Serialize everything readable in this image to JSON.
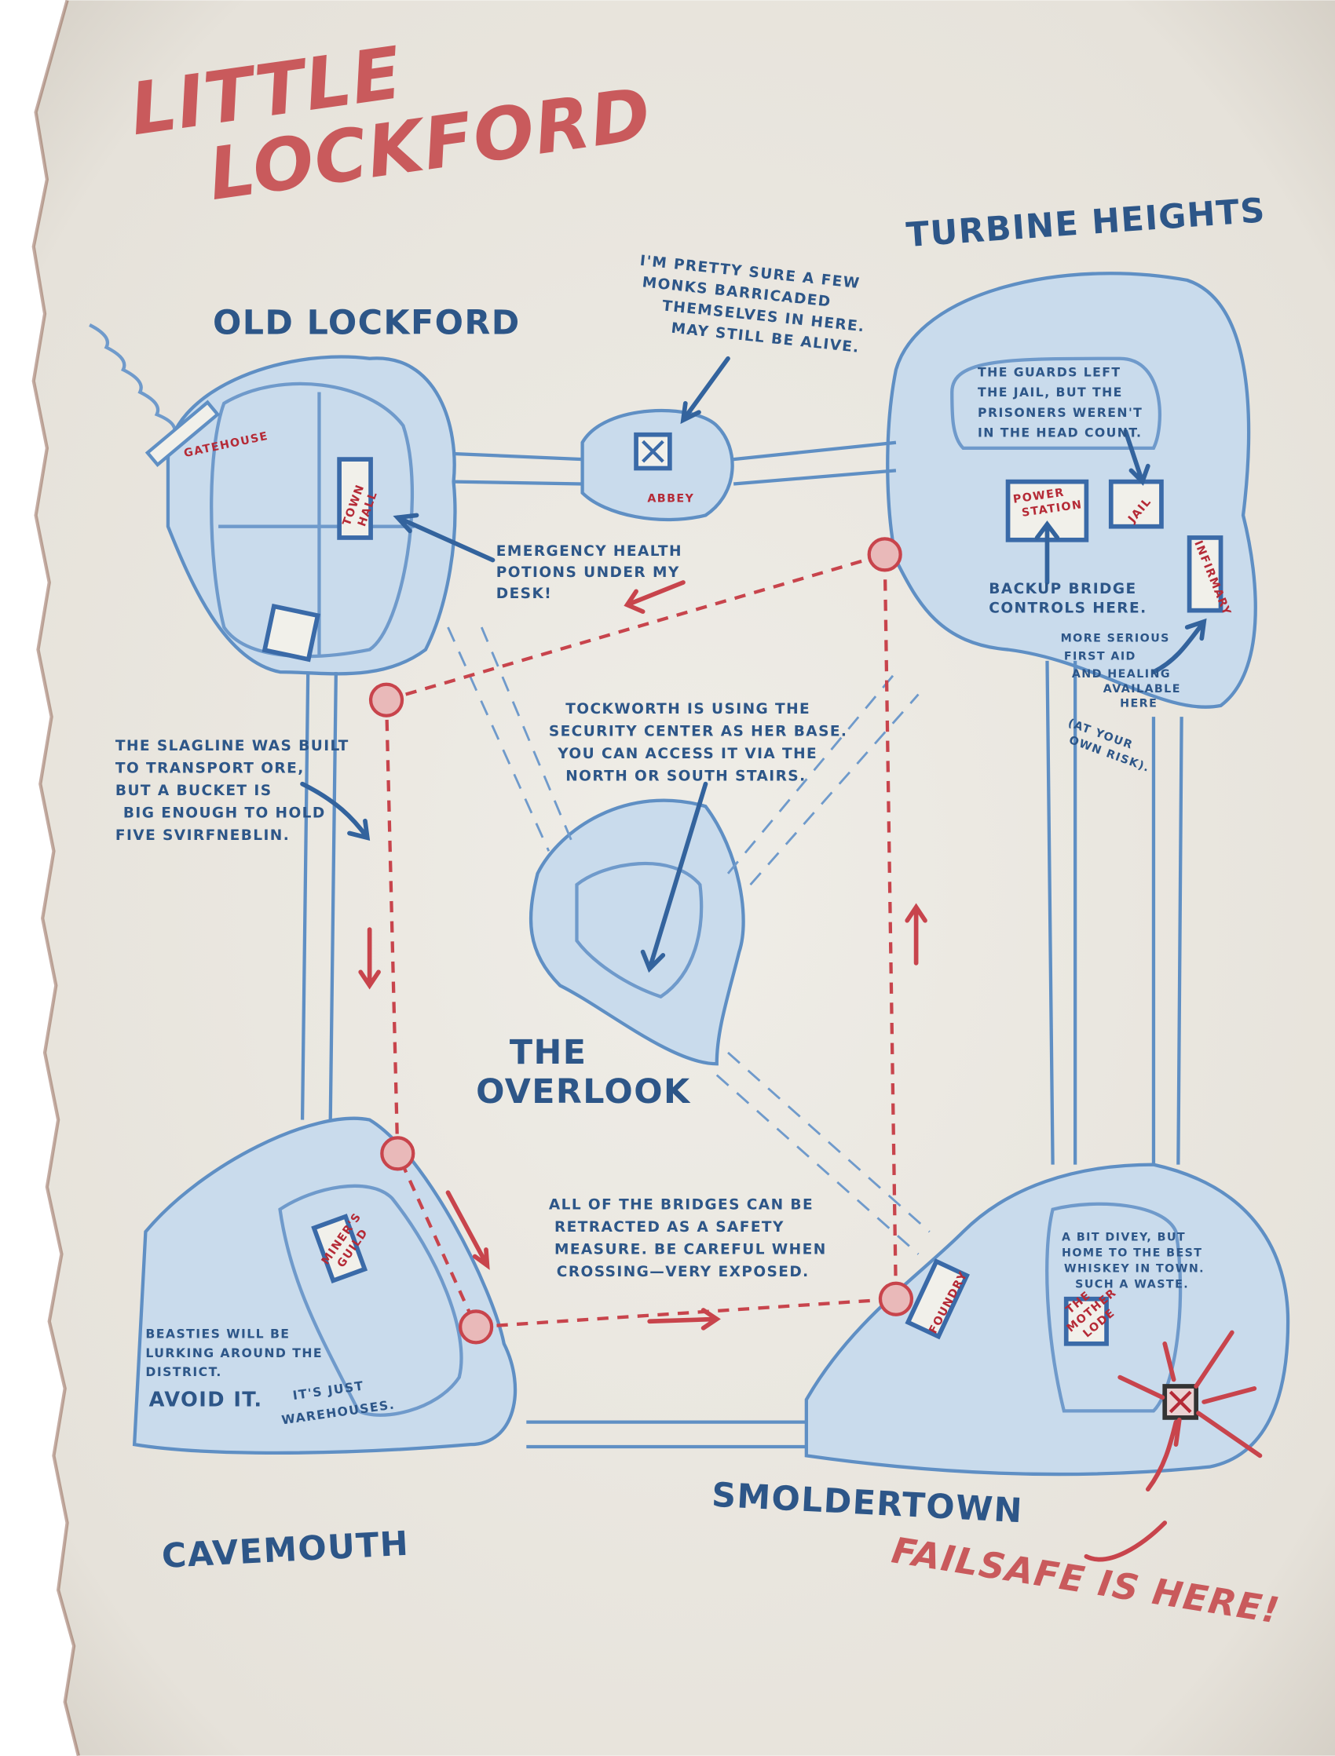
{
  "title": {
    "line1": "LITTLE",
    "line2": "LOCKFORD"
  },
  "districts": {
    "turbine_heights": "TURBINE HEIGHTS",
    "old_lockford": "OLD LOCKFORD",
    "the_overlook_1": "THE",
    "the_overlook_2": "OVERLOOK",
    "smoldertown": "SMOLDERTOWN",
    "cavemouth": "CAVEMOUTH"
  },
  "buildings": {
    "gatehouse": "GATEHOUSE",
    "town_hall_1": "TOWN",
    "town_hall_2": "HALL",
    "abbey": "ABBEY",
    "power_station_1": "POWER",
    "power_station_2": "STATION",
    "jail": "JAIL",
    "infirmary": "INFIRMARY",
    "miners_guild_1": "MINER'S",
    "miners_guild_2": "GUILD",
    "foundry": "FOUNDRY",
    "mother_lode_1": "THE",
    "mother_lode_2": "MOTHER",
    "mother_lode_3": "LODE"
  },
  "notes": {
    "monks": [
      "I'M PRETTY SURE A FEW",
      "MONKS BARRICADED",
      "THEMSELVES IN HERE.",
      "MAY STILL BE ALIVE."
    ],
    "emergency": [
      "EMERGENCY HEALTH",
      "POTIONS UNDER MY",
      "DESK!"
    ],
    "guards": [
      "THE GUARDS LEFT",
      "THE JAIL, BUT THE",
      "PRISONERS WEREN'T",
      "IN THE HEAD COUNT."
    ],
    "backup": [
      "BACKUP BRIDGE",
      "CONTROLS HERE."
    ],
    "infirmary": [
      "MORE SERIOUS",
      "FIRST AID",
      "AND HEALING",
      "AVAILABLE",
      "HERE",
      "(AT YOUR",
      "OWN RISK)."
    ],
    "tockworth": [
      "TOCKWORTH IS USING THE",
      "SECURITY CENTER AS HER BASE.",
      "YOU CAN ACCESS IT VIA THE",
      "NORTH OR SOUTH STAIRS."
    ],
    "slagline": [
      "THE SLAGLINE WAS BUILT",
      "TO TRANSPORT ORE,",
      "BUT A BUCKET IS",
      "BIG ENOUGH TO HOLD",
      "FIVE SVIRFNEBLIN."
    ],
    "bridges": [
      "ALL OF THE BRIDGES CAN BE",
      "RETRACTED AS A SAFETY",
      "MEASURE. BE CAREFUL WHEN",
      "CROSSING—VERY EXPOSED."
    ],
    "divey": [
      "A BIT DIVEY, BUT",
      "HOME TO THE BEST",
      "WHISKEY IN TOWN.",
      "SUCH A WASTE."
    ],
    "beasties": [
      "BEASTIES WILL BE",
      "LURKING AROUND THE",
      "DISTRICT."
    ],
    "avoid": "AVOID IT.",
    "warehouses": [
      "IT'S JUST",
      "WAREHOUSES."
    ]
  },
  "failsafe": "FAILSAFE IS HERE!",
  "colors": {
    "paper": "#ece9e2",
    "ink_blue": "#2d5688",
    "ink_red": "#c95a5c",
    "land": "#c9dbec"
  }
}
